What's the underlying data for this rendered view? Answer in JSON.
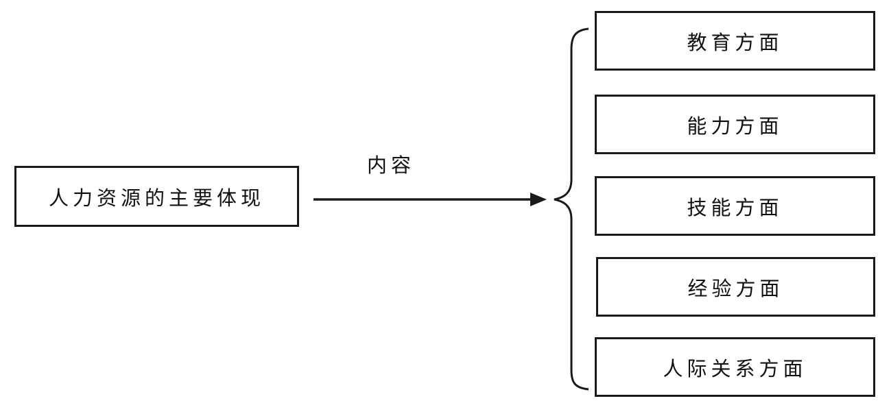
{
  "source": {
    "label": "人力资源的主要体现"
  },
  "edge": {
    "label": "内容"
  },
  "targets": [
    {
      "label": "教育方面"
    },
    {
      "label": "能力方面"
    },
    {
      "label": "技能方面"
    },
    {
      "label": "经验方面"
    },
    {
      "label": "人际关系方面"
    }
  ],
  "colors": {
    "stroke": "#1a1a1a",
    "background": "#ffffff"
  }
}
